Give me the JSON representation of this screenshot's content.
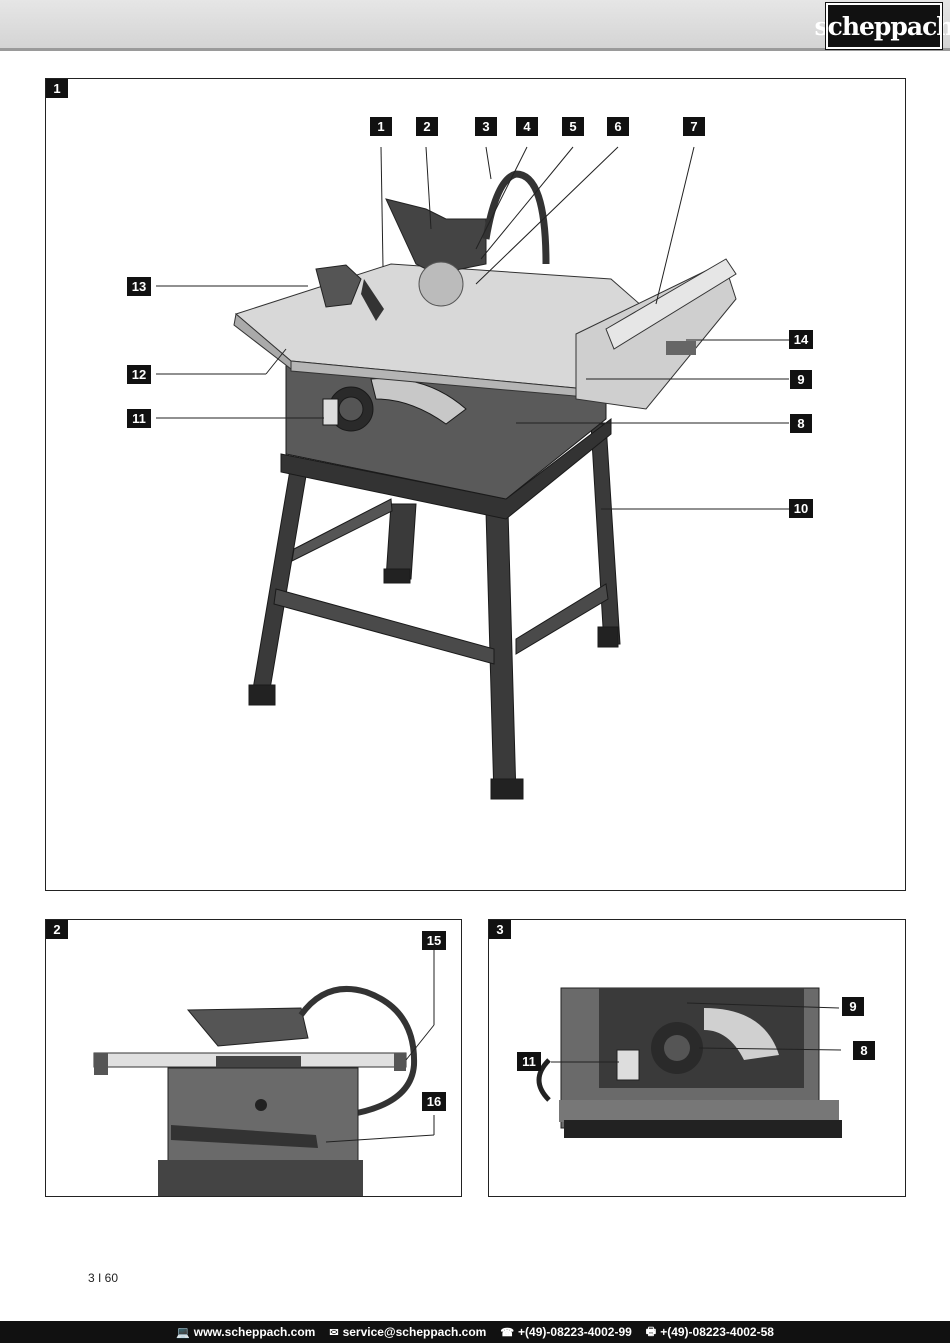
{
  "brand": {
    "logo_text": "scheppach"
  },
  "figures": [
    {
      "id": "1",
      "labels": [
        "1",
        "2",
        "3",
        "4",
        "5",
        "6",
        "7",
        "8",
        "9",
        "10",
        "11",
        "12",
        "13",
        "14"
      ]
    },
    {
      "id": "2",
      "labels": [
        "15",
        "16"
      ]
    },
    {
      "id": "3",
      "labels": [
        "9",
        "8",
        "11"
      ]
    }
  ],
  "fig1": {
    "tag": "1",
    "l1": "1",
    "l2": "2",
    "l3": "3",
    "l4": "4",
    "l5": "5",
    "l6": "6",
    "l7": "7",
    "l8": "8",
    "l9": "9",
    "l10": "10",
    "l11": "11",
    "l12": "12",
    "l13": "13",
    "l14": "14"
  },
  "fig2": {
    "tag": "2",
    "l15": "15",
    "l16": "16"
  },
  "fig3": {
    "tag": "3",
    "l9": "9",
    "l8": "8",
    "l11": "11"
  },
  "page": {
    "number": "3 I 60"
  },
  "footer": {
    "web": "www.scheppach.com",
    "email": "service@scheppach.com",
    "phone": "+(49)-08223-4002-99",
    "fax": "+(49)-08223-4002-58"
  },
  "colors": {
    "label_bg": "#111111",
    "header_bg": "#dcdcdc",
    "footer_bg": "#111111"
  },
  "icons": {
    "web": "monitor-icon",
    "email": "envelope-icon",
    "phone": "phone-icon",
    "fax": "fax-icon"
  }
}
